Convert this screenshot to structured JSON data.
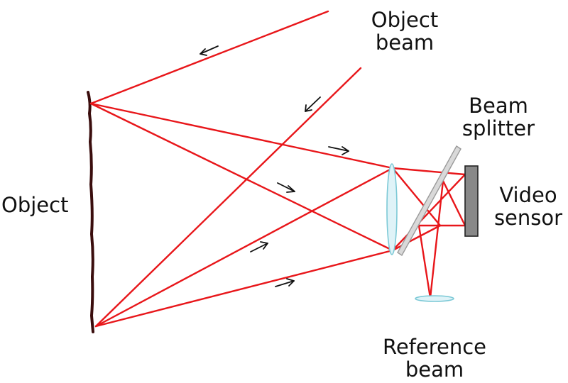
{
  "labels": {
    "object": "Object",
    "object_beam_line1": "Object",
    "object_beam_line2": "beam",
    "beam_splitter_line1": "Beam",
    "beam_splitter_line2": "splitter",
    "video_sensor_line1": "Video",
    "video_sensor_line2": "sensor",
    "reference_beam_line1": "Reference",
    "reference_beam_line2": "beam"
  },
  "colors": {
    "beam": "#e8161a",
    "object": "#3a0d0d",
    "lens_fill": "#dff3f8",
    "lens_stroke": "#7cc9d6",
    "splitter_fill": "#d9d9d9",
    "splitter_stroke": "#9a9a9a",
    "sensor_fill": "#888888",
    "sensor_stroke": "#222222",
    "arrow": "#111111"
  }
}
